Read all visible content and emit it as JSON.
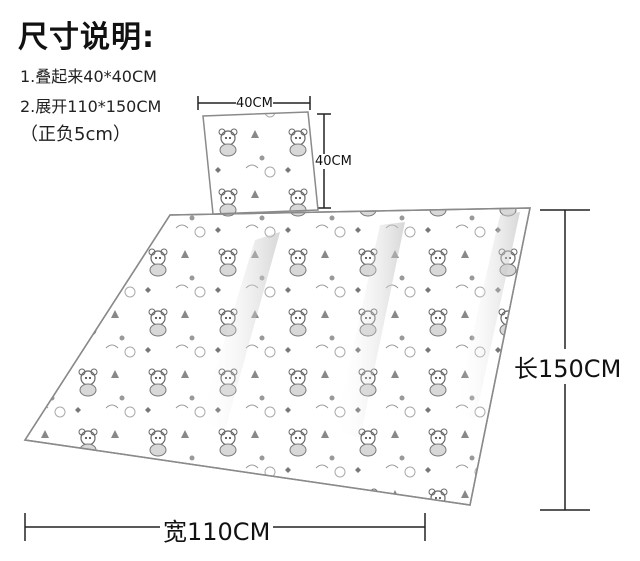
{
  "title": "尺寸说明:",
  "specs": {
    "folded": "1.叠起来40*40CM",
    "unfolded": "2.展开110*150CM",
    "tolerance": "（正负5cm）"
  },
  "dimensions": {
    "pillow_width": "40CM",
    "pillow_height": "40CM",
    "length": "长150CM",
    "width": "宽110CM"
  },
  "colors": {
    "text": "#111111",
    "fabric": "#ffffff",
    "outline": "#8a8a8a",
    "print": "#555555"
  },
  "icons": {
    "pillow": "folded-quilt-pillow",
    "quilt": "unfolded-quilt-blanket"
  }
}
